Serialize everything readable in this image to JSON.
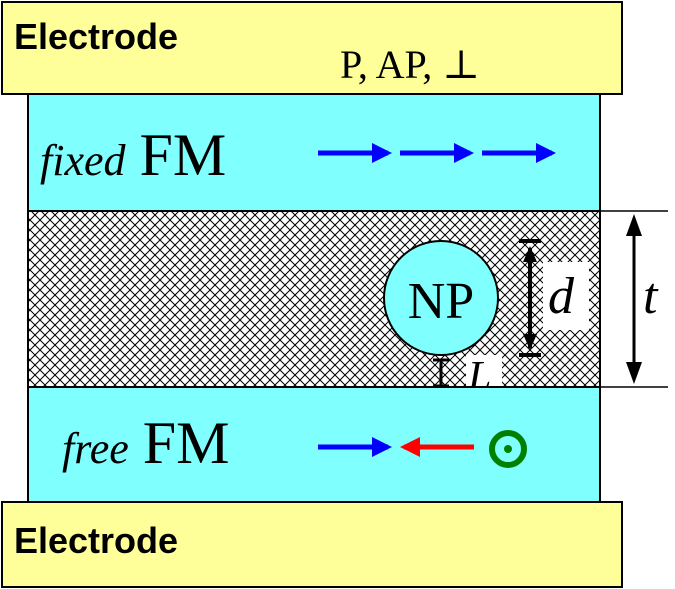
{
  "top_electrode": {
    "label": "Electrode",
    "configs": "P, AP, ⊥"
  },
  "fixed_layer": {
    "name_italic": "fixed",
    "name": "FM"
  },
  "barrier": {
    "nanoparticle_label": "NP",
    "diameter_label": "d",
    "thickness_label": "t",
    "gap_label": "L"
  },
  "free_layer": {
    "name_italic": "free",
    "name": "FM"
  },
  "bottom_electrode": {
    "label": "Electrode"
  },
  "colors": {
    "electrode": "#ffff99",
    "ferromagnet": "#80ffff",
    "barrier_hatch": "#000000",
    "arrow_blue": "#0000ff",
    "arrow_red": "#ff0000",
    "out_of_plane": "#008000",
    "nanoparticle": "#80ffff"
  },
  "icons": {
    "fixed_moments": "right-arrow",
    "free_moments": [
      "right-arrow",
      "left-arrow",
      "out-of-plane-dot"
    ]
  }
}
